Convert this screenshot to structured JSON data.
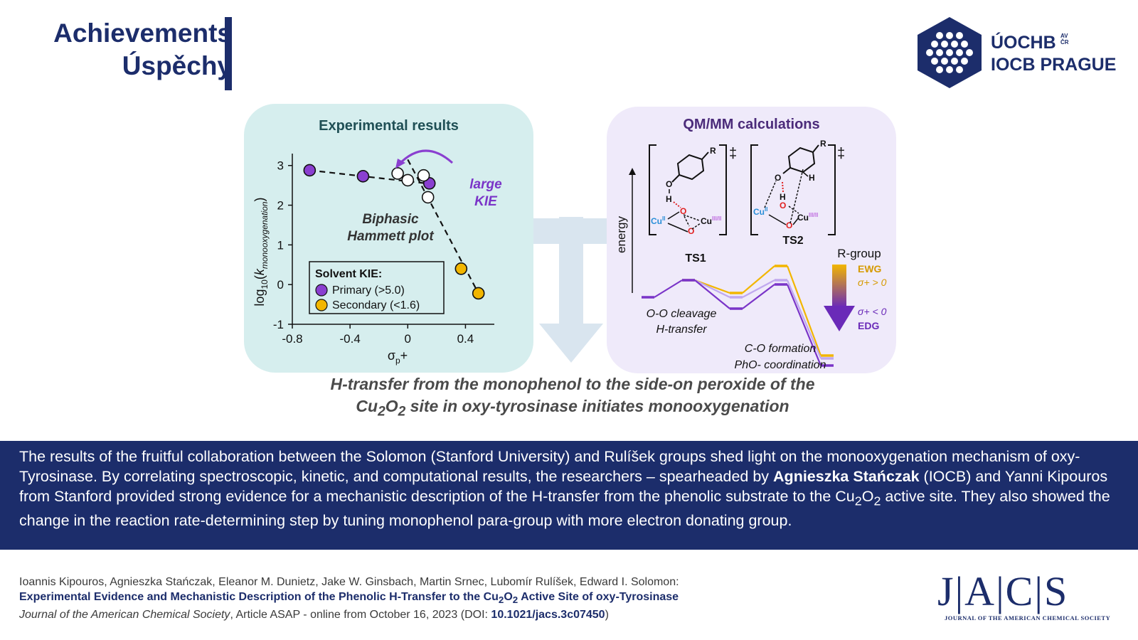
{
  "header": {
    "title_line1": "Achievements",
    "title_line2": "Úspěchy",
    "logo_line1": "ÚOCHB",
    "logo_line2": "IOCB PRAGUE",
    "logo_sup": "AV ČR",
    "accent_color": "#1c2d6b"
  },
  "figure": {
    "left_panel_title": "Experimental results",
    "right_panel_title": "QM/MM calculations",
    "caption_line1": "H-transfer from the monophenol to the side-on peroxide of the",
    "caption_line2_pre": "Cu",
    "caption_line2_sub1": "2",
    "caption_line2_mid": "O",
    "caption_line2_sub2": "2",
    "caption_line2_post": " site in oxy-tyrosinase initiates monooxygenation"
  },
  "chart_data": [
    {
      "type": "scatter",
      "title": "Experimental results",
      "xlabel": "σp+",
      "ylabel": "log10(kmonooxygenation)",
      "xlim": [
        -0.8,
        0.6
      ],
      "ylim": [
        -1,
        3.3
      ],
      "xticks": [
        "-0.8",
        "-0.4",
        "0",
        "0.4"
      ],
      "yticks": [
        "-1",
        "0",
        "1",
        "2",
        "3"
      ],
      "annotations": [
        "Biphasic",
        "Hammett plot",
        "large",
        "KIE"
      ],
      "legend_title": "Solvent KIE:",
      "legend_position": "bottom-center",
      "series": [
        {
          "name": "Primary (>5.0)",
          "color": "#8a3fd0",
          "points": [
            [
              -0.68,
              2.88
            ],
            [
              -0.31,
              2.73
            ],
            [
              0.15,
              2.55
            ]
          ]
        },
        {
          "name": "Secondary (<1.6)",
          "color": "#f2b600",
          "points": [
            [
              0.37,
              0.4
            ],
            [
              0.49,
              -0.22
            ]
          ]
        },
        {
          "name": "",
          "color": "#ffffff",
          "points": [
            [
              -0.07,
              2.8
            ],
            [
              0.0,
              2.63
            ],
            [
              0.11,
              2.75
            ],
            [
              0.14,
              2.2
            ]
          ]
        }
      ],
      "fit_segments": [
        [
          [
            -0.68,
            2.88
          ],
          [
            0.13,
            2.55
          ]
        ],
        [
          [
            0.0,
            3.15
          ],
          [
            0.49,
            -0.22
          ]
        ]
      ]
    },
    {
      "type": "line",
      "title": "QM/MM calculations",
      "ylabel": "energy",
      "labels": [
        "TS1",
        "TS2",
        "O-O cleavage",
        "H-transfer",
        "C-O formation",
        "PhO- coordination",
        "R-group",
        "EWG",
        "σ+ > 0",
        "σ+ < 0",
        "EDG"
      ],
      "series": [
        {
          "name": "EWG",
          "color": "#f2b600",
          "values": [
            null,
            0.45,
            0.0,
            0.95,
            -2.2
          ]
        },
        {
          "name": "",
          "color": "#c0a8ee",
          "values": [
            null,
            0.45,
            -0.15,
            0.45,
            -2.3
          ]
        },
        {
          "name": "EDG",
          "color": "#7a34c8",
          "values": [
            -0.15,
            0.45,
            -0.55,
            0.3,
            -2.55
          ]
        }
      ]
    }
  ],
  "summary": {
    "part1": "The results of the fruitful collaboration between the Solomon (Stanford University) and Rulíšek groups shed light on the monooxygenation mechanism of oxy-Tyrosinase. By correlating spectroscopic, kinetic, and computational results, the researchers – spearheaded by ",
    "highlight": "Agnieszka Stańczak",
    "part2": " (IOCB) and Yanni Kipouros from Stanford provided strong evidence for a mechanistic description of the H-transfer from the phenolic substrate to the Cu",
    "sub1": "2",
    "part3": "O",
    "sub2": "2",
    "part4": " active site. They also showed the change in the reaction rate-determining step by tuning monophenol para-group with more electron donating group."
  },
  "citation": {
    "authors": "Ioannis Kipouros, Agnieszka Stańczak, Eleanor M. Dunietz, Jake W. Ginsbach, Martin Srnec, Lubomír Rulíšek, Edward I. Solomon:",
    "title_pre": "Experimental Evidence and Mechanistic Description of the Phenolic H-Transfer to the Cu",
    "title_sub1": "2",
    "title_mid": "O",
    "title_sub2": "2",
    "title_post": " Active Site of oxy-Tyrosinase",
    "journal": "Journal of the American Chemical Society",
    "details": ", Article ASAP - online from October 16, 2023 (DOI: ",
    "doi": "10.1021/jacs.3c07450",
    "close": ")"
  },
  "jacs": {
    "letters": "J|A|C|S",
    "subtitle": "JOURNAL OF THE AMERICAN CHEMICAL SOCIETY"
  }
}
